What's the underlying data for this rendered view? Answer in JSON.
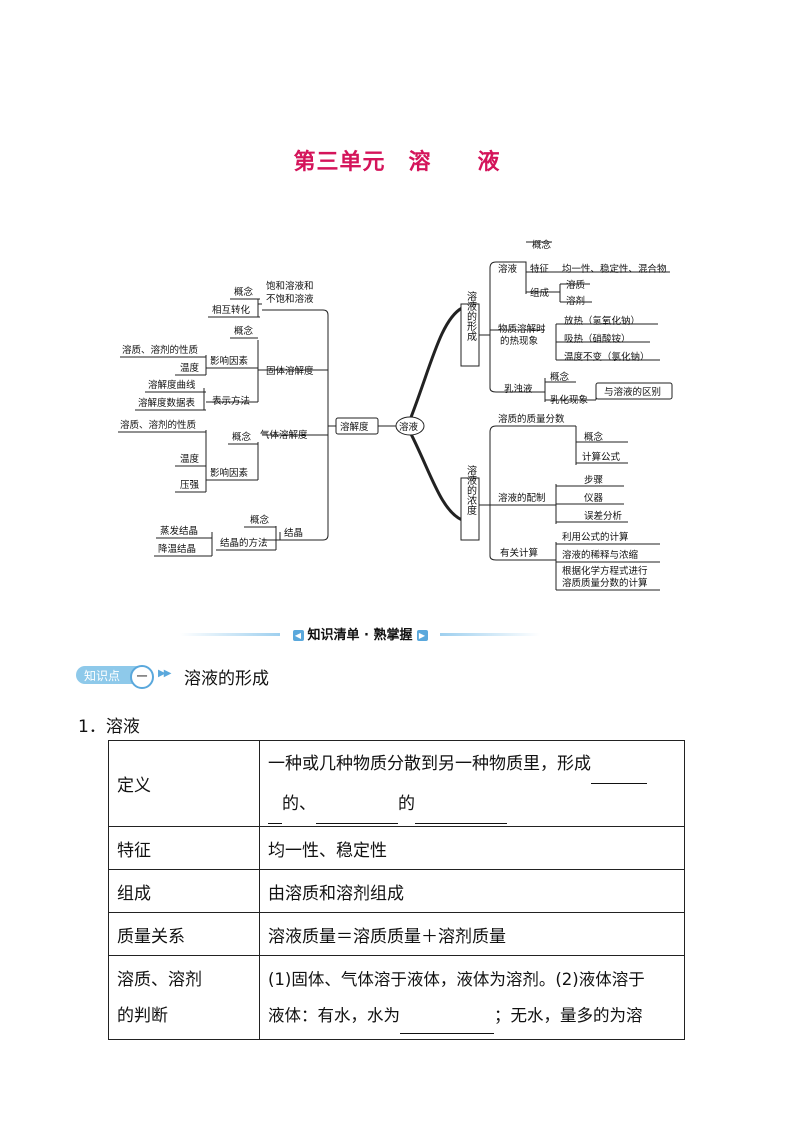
{
  "page_title": "第三单元　溶　　液",
  "mindmap": {
    "center": "溶液",
    "left_hub": "溶解度",
    "l_concept": "概念",
    "l_convert": "相互转化",
    "l_sat_1": "饱和溶液和",
    "l_sat_2": "不饱和溶液",
    "l_solid": "固体溶解度",
    "l_solid_concept": "概念",
    "l_solid_factors": "影响因素",
    "l_solid_f1": "溶质、溶剂的性质",
    "l_solid_f2": "温度",
    "l_solid_method": "表示方法",
    "l_solid_m1": "溶解度曲线",
    "l_solid_m2": "溶解度数据表",
    "l_gas": "气体溶解度",
    "l_gas_concept": "概念",
    "l_gas_factors": "影响因素",
    "l_gas_f1": "溶质、溶剂的性质",
    "l_gas_f2": "温度",
    "l_gas_f3": "压强",
    "l_cryst": "结晶",
    "l_cryst_concept": "概念",
    "l_cryst_method": "结晶的方法",
    "l_cryst_m1": "蒸发结晶",
    "l_cryst_m2": "降温结晶",
    "r_form": "溶液的形成",
    "r_sol": "溶液",
    "r_sol_concept": "概念",
    "r_sol_feature": "特征",
    "r_sol_feature_val": "均一性、稳定性、混合物",
    "r_sol_comp": "组成",
    "r_sol_comp1": "溶质",
    "r_sol_comp2": "溶剂",
    "r_heat_1": "物质溶解时",
    "r_heat_2": "的热现象",
    "r_heat1": "放热（氢氧化钠）",
    "r_heat2": "吸热（硝酸铵）",
    "r_heat3": "温度不变（氯化钠）",
    "r_emul": "乳浊液",
    "r_emul_concept": "概念",
    "r_emul_phen": "乳化现象",
    "r_emul_diff": "与溶液的区别",
    "r_conc": "溶液的浓度",
    "r_mass": "溶质的质量分数",
    "r_mass1": "概念",
    "r_mass2": "计算公式",
    "r_prep": "溶液的配制",
    "r_prep1": "步骤",
    "r_prep2": "仪器",
    "r_prep3": "误差分析",
    "r_calc": "有关计算",
    "r_calc1": "利用公式的计算",
    "r_calc2": "溶液的稀释与浓缩",
    "r_calc3a": "根据化学方程式进行",
    "r_calc3b": "溶质质量分数的计算"
  },
  "banner": {
    "text": "知识清单 · 熟掌握"
  },
  "knowledge_point": {
    "tag": "知识点",
    "number": "一",
    "title": "溶液的形成"
  },
  "section": {
    "heading": "1．溶液"
  },
  "table": {
    "r1_key": "定义",
    "r1_val_a": "一种或几种物质分散到另一种物质里，形成",
    "r1_val_b": "的、",
    "r1_val_c": "的",
    "r2_key": "特征",
    "r2_val": "均一性、稳定性",
    "r3_key": "组成",
    "r3_val": "由溶质和溶剂组成",
    "r4_key": "质量关系",
    "r4_val": "溶液质量＝溶质质量＋溶剂质量",
    "r5_key_a": "溶质、溶剂",
    "r5_key_b": "的判断",
    "r5_val_a": "(1)固体、气体溶于液体，液体为溶剂。(2)液体溶于",
    "r5_val_b": "液体：有水，水为",
    "r5_val_c": "；无水，量多的为溶"
  },
  "colors": {
    "title": "#d4145a",
    "accent": "#5aa8dc",
    "tag_bg": "#8ec9ea"
  }
}
